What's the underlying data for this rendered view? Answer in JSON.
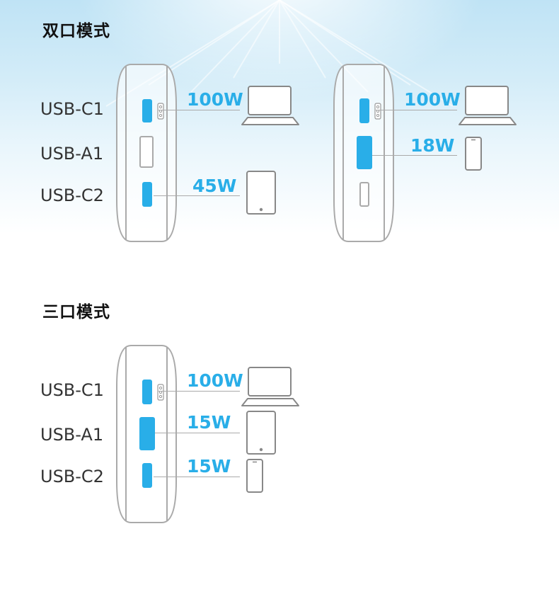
{
  "sections": {
    "dual": {
      "title": "双口模式"
    },
    "triple": {
      "title": "三口模式"
    }
  },
  "ports": {
    "c1": "USB-C1",
    "a1": "USB-A1",
    "c2": "USB-C2"
  },
  "dual_left": {
    "c1_power": "100W",
    "c2_power": "45W"
  },
  "dual_right": {
    "c1_power": "100W",
    "a1_power": "18W"
  },
  "triple": {
    "c1_power": "100W",
    "a1_power": "15W",
    "c2_power": "15W"
  },
  "icons": {
    "laptop": "laptop-icon",
    "tablet": "tablet-icon",
    "phone": "phone-icon",
    "led": "led-indicator-icon"
  },
  "colors": {
    "accent": "#29aee8",
    "port_active": "#29aee8",
    "outline": "#aaaaaa",
    "label": "#333333",
    "title": "#111111"
  }
}
